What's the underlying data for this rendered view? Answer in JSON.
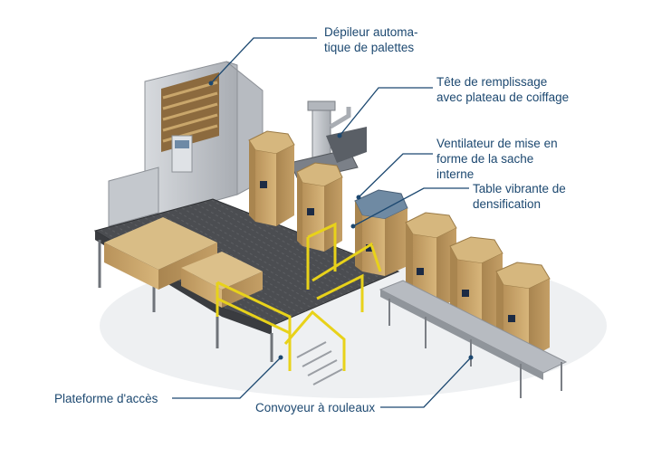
{
  "labels": {
    "depileur": [
      "Dépileur automa-",
      "tique de palettes"
    ],
    "tete": [
      "Tête de remplissage",
      "avec plateau de coiffage"
    ],
    "ventilateur": [
      "Ventilateur de mise en",
      "forme de la sache",
      "interne"
    ],
    "table": [
      "Table vibrante de",
      "densification"
    ],
    "plateforme": [
      "Plateforme d'accès"
    ],
    "convoyeur": [
      "Convoyeur à rouleaux"
    ]
  },
  "colors": {
    "label_text": "#1c4870",
    "leader_line": "#1c4870",
    "box_cardboard": "#c9a66b",
    "platform_floor": "#4a4c50",
    "railing": "#e8d21a",
    "machine_grey": "#c6c9ce"
  }
}
